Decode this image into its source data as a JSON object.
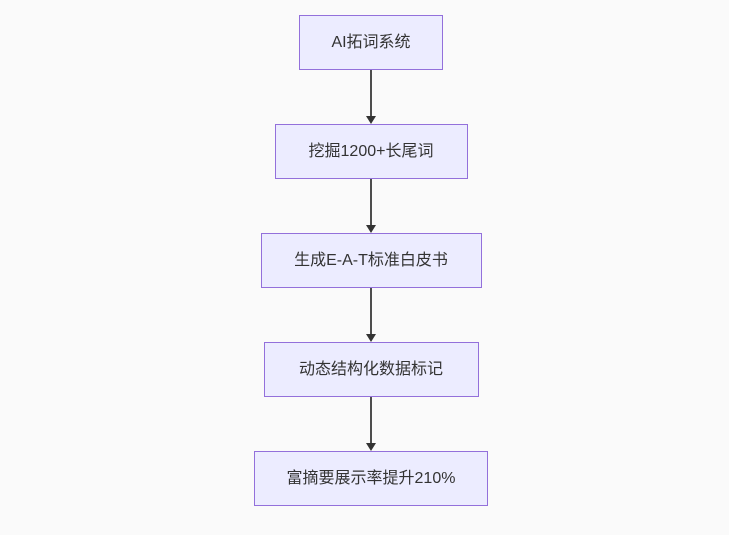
{
  "diagram": {
    "type": "flowchart",
    "direction": "top-down",
    "nodes": [
      {
        "id": "n0",
        "label": "AI拓词系统"
      },
      {
        "id": "n1",
        "label": "挖掘1200+长尾词"
      },
      {
        "id": "n2",
        "label": "生成E-A-T标准白皮书"
      },
      {
        "id": "n3",
        "label": "动态结构化数据标记"
      },
      {
        "id": "n4",
        "label": "富摘要展示率提升210%"
      }
    ],
    "edges": [
      {
        "from": "n0",
        "to": "n1",
        "arrow": "down"
      },
      {
        "from": "n1",
        "to": "n2",
        "arrow": "down"
      },
      {
        "from": "n2",
        "to": "n3",
        "arrow": "down"
      },
      {
        "from": "n3",
        "to": "n4",
        "arrow": "down"
      }
    ],
    "colors": {
      "background": "#FAFAFA",
      "node_fill": "#ECECFF",
      "node_border": "#9370DB",
      "node_text": "#333333",
      "edge_line": "#4D4D4D",
      "arrowhead": "#333333"
    }
  }
}
